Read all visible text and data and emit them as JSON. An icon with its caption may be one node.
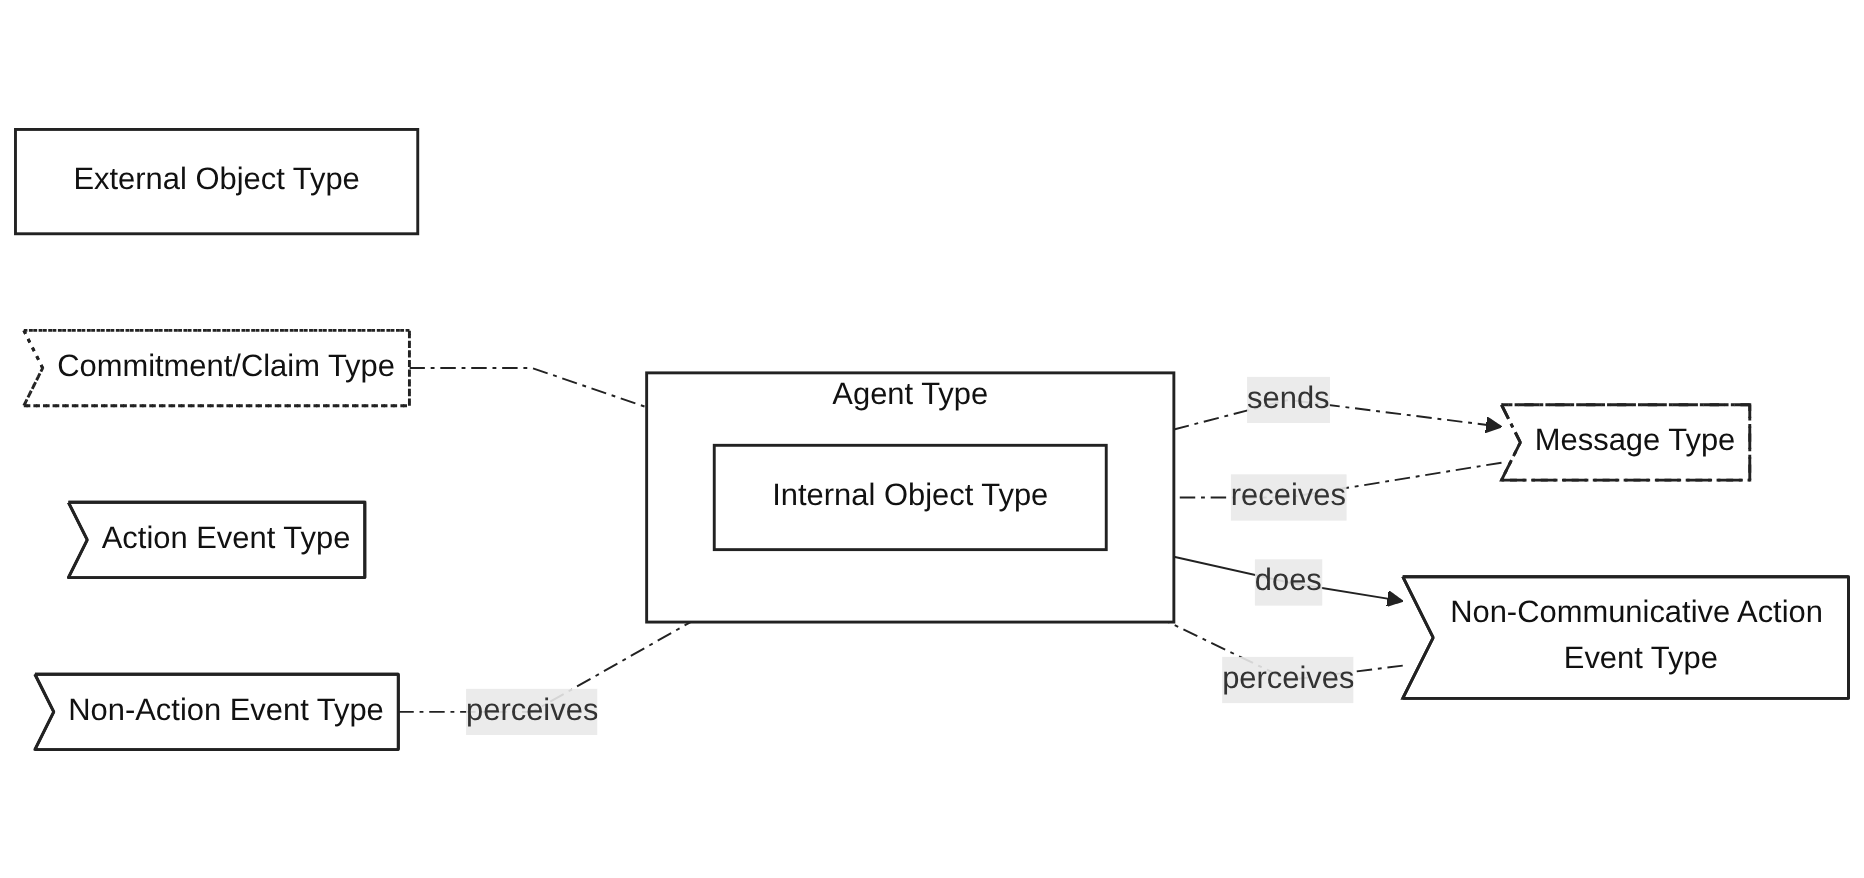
{
  "diagram": {
    "nodes": [
      {
        "text": [
          "External Object Type"
        ]
      },
      {
        "text": [
          "Agent Type"
        ]
      },
      {
        "text": [
          "Internal Object Type"
        ],
        "in": 1
      },
      {
        "text": [
          "Message Type"
        ]
      },
      {
        "text": [
          "Non-Communicative Action Event Type"
        ]
      },
      {
        "text": [
          "Commitment/Claim Type"
        ]
      },
      {
        "text": [
          "Action Event Type"
        ]
      },
      {
        "text": [
          "Non-Action Event Type"
        ]
      }
    ],
    "edges": [
      {
        "from": 1,
        "to": 3,
        "arrow": "to",
        "label": "sends",
        "style": "dashed"
      },
      {
        "from": 3,
        "to": 1,
        "arrow": "none",
        "label": "receives",
        "style": "dashed"
      },
      {
        "from": 1,
        "to": 4,
        "arrow": "to",
        "label": "does"
      },
      {
        "from": 4,
        "to": 1,
        "arrow": "none",
        "label": "perceives",
        "style": "dashed"
      },
      {
        "from": 5,
        "to": 1,
        "arrow": "none",
        "style": "dashed"
      },
      {
        "from": 7,
        "to": 1,
        "arrow": "none",
        "label": "perceives",
        "style": "dashed"
      }
    ]
  }
}
